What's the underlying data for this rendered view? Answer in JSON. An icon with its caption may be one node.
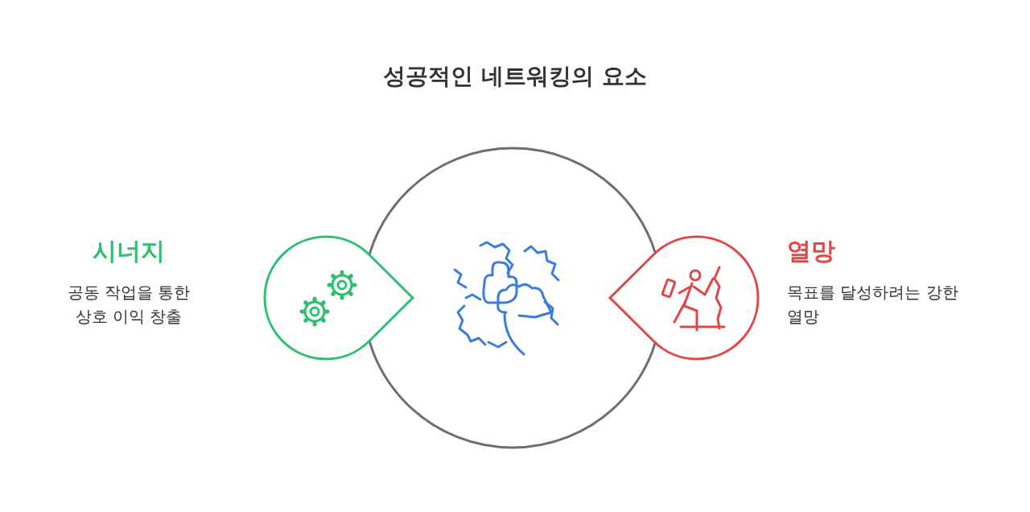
{
  "diagram": {
    "title": "성공적인 네트워킹의 요소",
    "nodes": [
      {
        "text": [],
        "shape": "circle"
      },
      {
        "text": [
          "시너지",
          "공동 작업을 통한 상호 이익 창출"
        ]
      },
      {
        "text": [
          "열망",
          "목표를 달성하려는 강한 열망"
        ]
      }
    ],
    "edges": []
  }
}
